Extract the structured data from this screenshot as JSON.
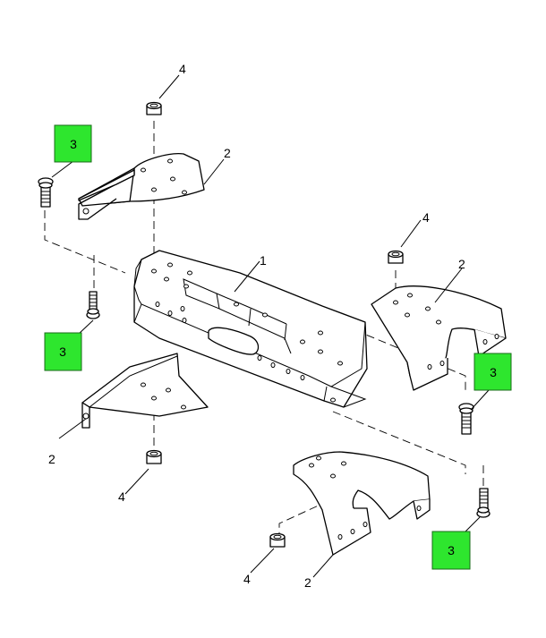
{
  "diagram": {
    "highlight_color": "#2ee62e",
    "callouts": {
      "crossmember": "1",
      "bracket": "2",
      "bolt": "3",
      "nut": "4"
    }
  }
}
